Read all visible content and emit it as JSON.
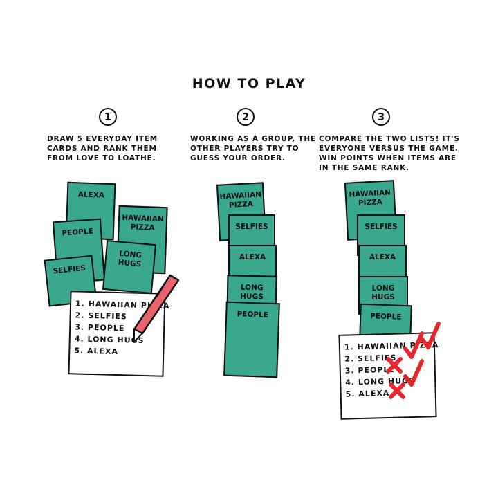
{
  "title": "HOW TO PLAY",
  "steps": [
    {
      "number": "1",
      "text": "DRAW 5 EVERYDAY ITEM\nCARDS AND RANK THEM\nFROM LOVE TO LOATHE."
    },
    {
      "number": "2",
      "text": "WORKING AS A GROUP, THE\nOTHER PLAYERS TRY TO\nGUESS YOUR ORDER."
    },
    {
      "number": "3",
      "text": "COMPARE THE TWO LISTS! IT'S\nEVERYONE VERSUS THE GAME.\nWIN POINTS WHEN ITEMS ARE\nIN THE SAME RANK."
    }
  ],
  "panel1_cards": [
    "ALEXA",
    "PEOPLE",
    "HAWAIIAN PIZZA",
    "LONG HUGS",
    "SELFIES"
  ],
  "panel2_cards": [
    "HAWAIIAN PIZZA",
    "SELFIES",
    "ALEXA",
    "LONG HUGS",
    "PEOPLE"
  ],
  "panel3_cards": [
    "HAWAIIAN PIZZA",
    "SELFIES",
    "ALEXA",
    "LONG HUGS",
    "PEOPLE"
  ],
  "ranked_list": [
    "1. HAWAIIAN PIZZA",
    "2. SELFIES",
    "3. PEOPLE",
    "4. LONG HUGS",
    "5. ALEXA"
  ],
  "results": [
    "correct",
    "correct",
    "wrong",
    "correct",
    "wrong"
  ],
  "colors": {
    "card": "#3aa88f",
    "mark": "#e5262b",
    "pen": "#e8646a"
  }
}
